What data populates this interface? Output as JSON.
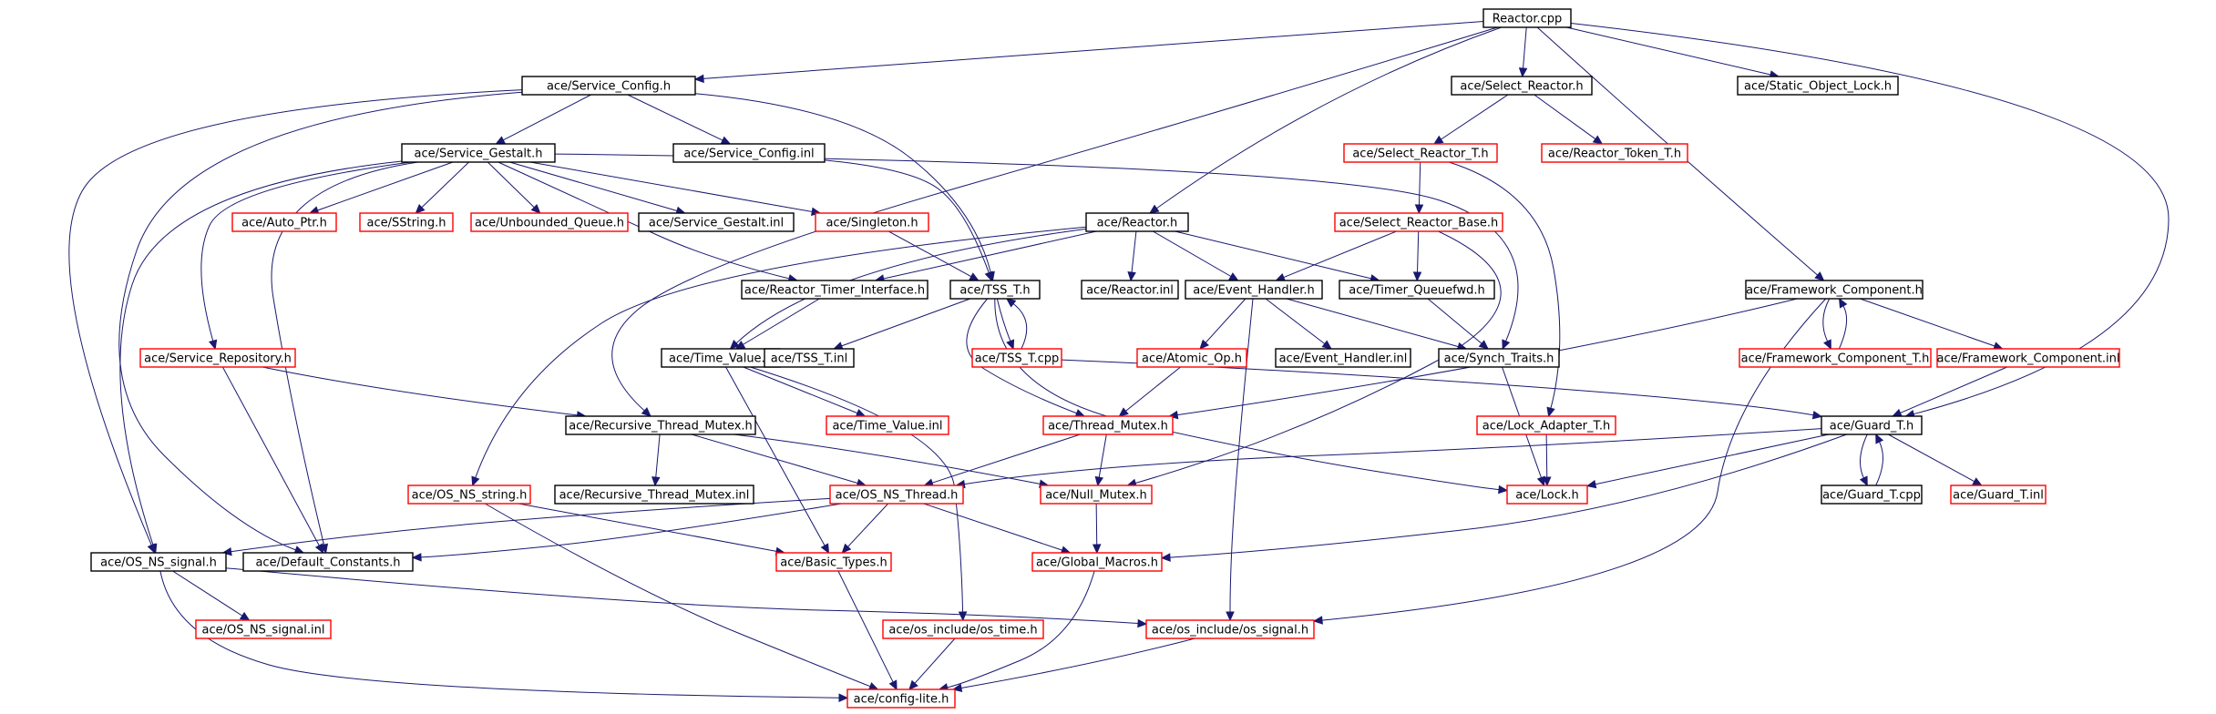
{
  "graph": {
    "title": "",
    "colors": {
      "edge": "#191970",
      "border_documented": "#000000",
      "border_undocumented": "#ff0000",
      "root_fill": "#bfbfbf"
    },
    "nodes": [
      {
        "id": "reactor_cpp",
        "label": "Reactor.cpp",
        "style": "root"
      },
      {
        "id": "service_config_h",
        "label": "ace/Service_Config.h",
        "style": "black"
      },
      {
        "id": "select_reactor_h",
        "label": "ace/Select_Reactor.h",
        "style": "black"
      },
      {
        "id": "static_object_lock_h",
        "label": "ace/Static_Object_Lock.h",
        "style": "black"
      },
      {
        "id": "service_gestalt_h",
        "label": "ace/Service_Gestalt.h",
        "style": "black"
      },
      {
        "id": "service_config_inl",
        "label": "ace/Service_Config.inl",
        "style": "black"
      },
      {
        "id": "select_reactor_t_h",
        "label": "ace/Select_Reactor_T.h",
        "style": "red"
      },
      {
        "id": "reactor_token_t_h",
        "label": "ace/Reactor_Token_T.h",
        "style": "red"
      },
      {
        "id": "auto_ptr_h",
        "label": "ace/Auto_Ptr.h",
        "style": "red"
      },
      {
        "id": "sstring_h",
        "label": "ace/SString.h",
        "style": "red"
      },
      {
        "id": "unbounded_queue_h",
        "label": "ace/Unbounded_Queue.h",
        "style": "red"
      },
      {
        "id": "service_gestalt_inl",
        "label": "ace/Service_Gestalt.inl",
        "style": "black"
      },
      {
        "id": "singleton_h",
        "label": "ace/Singleton.h",
        "style": "red"
      },
      {
        "id": "reactor_h",
        "label": "ace/Reactor.h",
        "style": "black"
      },
      {
        "id": "select_reactor_base_h",
        "label": "ace/Select_Reactor_Base.h",
        "style": "red"
      },
      {
        "id": "reactor_timer_interface_h",
        "label": "ace/Reactor_Timer_Interface.h",
        "style": "black"
      },
      {
        "id": "tss_t_h",
        "label": "ace/TSS_T.h",
        "style": "black"
      },
      {
        "id": "reactor_inl",
        "label": "ace/Reactor.inl",
        "style": "black"
      },
      {
        "id": "event_handler_h",
        "label": "ace/Event_Handler.h",
        "style": "black"
      },
      {
        "id": "timer_queuefwd_h",
        "label": "ace/Timer_Queuefwd.h",
        "style": "black"
      },
      {
        "id": "framework_component_h",
        "label": "ace/Framework_Component.h",
        "style": "black"
      },
      {
        "id": "service_repository_h",
        "label": "ace/Service_Repository.h",
        "style": "red"
      },
      {
        "id": "time_value_h",
        "label": "ace/Time_Value.h",
        "style": "black"
      },
      {
        "id": "tss_t_inl",
        "label": "ace/TSS_T.inl",
        "style": "black"
      },
      {
        "id": "tss_t_cpp",
        "label": "ace/TSS_T.cpp",
        "style": "red"
      },
      {
        "id": "atomic_op_h",
        "label": "ace/Atomic_Op.h",
        "style": "red"
      },
      {
        "id": "event_handler_inl",
        "label": "ace/Event_Handler.inl",
        "style": "black"
      },
      {
        "id": "synch_traits_h",
        "label": "ace/Synch_Traits.h",
        "style": "black"
      },
      {
        "id": "framework_component_t_h",
        "label": "ace/Framework_Component_T.h",
        "style": "red"
      },
      {
        "id": "framework_component_inl",
        "label": "ace/Framework_Component.inl",
        "style": "red"
      },
      {
        "id": "recursive_thread_mutex_h",
        "label": "ace/Recursive_Thread_Mutex.h",
        "style": "black"
      },
      {
        "id": "time_value_inl",
        "label": "ace/Time_Value.inl",
        "style": "red"
      },
      {
        "id": "thread_mutex_h",
        "label": "ace/Thread_Mutex.h",
        "style": "red"
      },
      {
        "id": "lock_adapter_t_h",
        "label": "ace/Lock_Adapter_T.h",
        "style": "red"
      },
      {
        "id": "guard_t_h",
        "label": "ace/Guard_T.h",
        "style": "black"
      },
      {
        "id": "os_ns_string_h",
        "label": "ace/OS_NS_string.h",
        "style": "red"
      },
      {
        "id": "recursive_thread_mutex_inl",
        "label": "ace/Recursive_Thread_Mutex.inl",
        "style": "black"
      },
      {
        "id": "os_ns_thread_h",
        "label": "ace/OS_NS_Thread.h",
        "style": "red"
      },
      {
        "id": "null_mutex_h",
        "label": "ace/Null_Mutex.h",
        "style": "red"
      },
      {
        "id": "lock_h",
        "label": "ace/Lock.h",
        "style": "red"
      },
      {
        "id": "guard_t_cpp",
        "label": "ace/Guard_T.cpp",
        "style": "black"
      },
      {
        "id": "guard_t_inl",
        "label": "ace/Guard_T.inl",
        "style": "red"
      },
      {
        "id": "os_ns_signal_h",
        "label": "ace/OS_NS_signal.h",
        "style": "black"
      },
      {
        "id": "default_constants_h",
        "label": "ace/Default_Constants.h",
        "style": "black"
      },
      {
        "id": "basic_types_h",
        "label": "ace/Basic_Types.h",
        "style": "red"
      },
      {
        "id": "global_macros_h",
        "label": "ace/Global_Macros.h",
        "style": "red"
      },
      {
        "id": "os_ns_signal_inl",
        "label": "ace/OS_NS_signal.inl",
        "style": "red"
      },
      {
        "id": "os_time_h",
        "label": "ace/os_include/os_time.h",
        "style": "red"
      },
      {
        "id": "os_signal_h",
        "label": "ace/os_include/os_signal.h",
        "style": "red"
      },
      {
        "id": "config_lite_h",
        "label": "ace/config-lite.h",
        "style": "red"
      }
    ],
    "edges": [
      [
        "reactor_cpp",
        "service_config_h"
      ],
      [
        "reactor_cpp",
        "select_reactor_h"
      ],
      [
        "reactor_cpp",
        "static_object_lock_h"
      ],
      [
        "reactor_cpp",
        "reactor_h"
      ],
      [
        "reactor_cpp",
        "framework_component_h"
      ],
      [
        "reactor_cpp",
        "recursive_thread_mutex_h"
      ],
      [
        "reactor_cpp",
        "guard_t_h"
      ],
      [
        "service_config_h",
        "service_gestalt_h"
      ],
      [
        "service_config_h",
        "service_config_inl"
      ],
      [
        "service_config_h",
        "tss_t_h"
      ],
      [
        "service_config_h",
        "os_ns_signal_h"
      ],
      [
        "service_config_h",
        "default_constants_h"
      ],
      [
        "select_reactor_h",
        "select_reactor_t_h"
      ],
      [
        "select_reactor_h",
        "reactor_token_t_h"
      ],
      [
        "service_gestalt_h",
        "auto_ptr_h"
      ],
      [
        "service_gestalt_h",
        "sstring_h"
      ],
      [
        "service_gestalt_h",
        "unbounded_queue_h"
      ],
      [
        "service_gestalt_h",
        "service_gestalt_inl"
      ],
      [
        "service_gestalt_h",
        "singleton_h"
      ],
      [
        "service_gestalt_h",
        "service_repository_h"
      ],
      [
        "service_gestalt_h",
        "reactor_timer_interface_h"
      ],
      [
        "service_gestalt_h",
        "synch_traits_h"
      ],
      [
        "service_gestalt_h",
        "os_ns_signal_h"
      ],
      [
        "service_gestalt_h",
        "default_constants_h"
      ],
      [
        "service_config_inl",
        "tss_t_h"
      ],
      [
        "select_reactor_t_h",
        "select_reactor_base_h"
      ],
      [
        "select_reactor_t_h",
        "lock_adapter_t_h"
      ],
      [
        "singleton_h",
        "tss_t_h"
      ],
      [
        "reactor_h",
        "reactor_timer_interface_h"
      ],
      [
        "reactor_h",
        "reactor_inl"
      ],
      [
        "reactor_h",
        "event_handler_h"
      ],
      [
        "reactor_h",
        "timer_queuefwd_h"
      ],
      [
        "reactor_h",
        "time_value_h"
      ],
      [
        "reactor_h",
        "os_ns_string_h"
      ],
      [
        "select_reactor_base_h",
        "event_handler_h"
      ],
      [
        "select_reactor_base_h",
        "timer_queuefwd_h"
      ],
      [
        "select_reactor_base_h",
        "null_mutex_h"
      ],
      [
        "reactor_timer_interface_h",
        "time_value_h"
      ],
      [
        "tss_t_h",
        "tss_t_inl"
      ],
      [
        "tss_t_h",
        "tss_t_cpp"
      ],
      [
        "tss_t_h",
        "thread_mutex_h"
      ],
      [
        "tss_t_h",
        "lock_h"
      ],
      [
        "tss_t_cpp",
        "tss_t_h"
      ],
      [
        "tss_t_cpp",
        "guard_t_h"
      ],
      [
        "event_handler_h",
        "atomic_op_h"
      ],
      [
        "event_handler_h",
        "event_handler_inl"
      ],
      [
        "event_handler_h",
        "synch_traits_h"
      ],
      [
        "event_handler_h",
        "os_signal_h"
      ],
      [
        "timer_queuefwd_h",
        "synch_traits_h"
      ],
      [
        "framework_component_h",
        "framework_component_t_h"
      ],
      [
        "framework_component_h",
        "framework_component_inl"
      ],
      [
        "framework_component_h",
        "thread_mutex_h"
      ],
      [
        "framework_component_h",
        "os_signal_h"
      ],
      [
        "framework_component_t_h",
        "framework_component_h"
      ],
      [
        "framework_component_inl",
        "guard_t_h"
      ],
      [
        "service_repository_h",
        "recursive_thread_mutex_h"
      ],
      [
        "service_repository_h",
        "default_constants_h"
      ],
      [
        "time_value_h",
        "time_value_inl"
      ],
      [
        "time_value_h",
        "basic_types_h"
      ],
      [
        "time_value_h",
        "os_time_h"
      ],
      [
        "atomic_op_h",
        "thread_mutex_h"
      ],
      [
        "synch_traits_h",
        "lock_h"
      ],
      [
        "recursive_thread_mutex_h",
        "recursive_thread_mutex_inl"
      ],
      [
        "recursive_thread_mutex_h",
        "os_ns_thread_h"
      ],
      [
        "recursive_thread_mutex_h",
        "null_mutex_h"
      ],
      [
        "thread_mutex_h",
        "os_ns_thread_h"
      ],
      [
        "thread_mutex_h",
        "null_mutex_h"
      ],
      [
        "lock_adapter_t_h",
        "lock_h"
      ],
      [
        "guard_t_h",
        "guard_t_cpp"
      ],
      [
        "guard_t_h",
        "guard_t_inl"
      ],
      [
        "guard_t_h",
        "lock_h"
      ],
      [
        "guard_t_h",
        "os_ns_thread_h"
      ],
      [
        "guard_t_h",
        "global_macros_h"
      ],
      [
        "guard_t_cpp",
        "guard_t_h"
      ],
      [
        "os_ns_string_h",
        "basic_types_h"
      ],
      [
        "os_ns_string_h",
        "config_lite_h"
      ],
      [
        "os_ns_thread_h",
        "os_ns_signal_h"
      ],
      [
        "os_ns_thread_h",
        "default_constants_h"
      ],
      [
        "os_ns_thread_h",
        "basic_types_h"
      ],
      [
        "os_ns_thread_h",
        "global_macros_h"
      ],
      [
        "null_mutex_h",
        "global_macros_h"
      ],
      [
        "os_ns_signal_h",
        "os_ns_signal_inl"
      ],
      [
        "os_ns_signal_h",
        "os_signal_h"
      ],
      [
        "os_ns_signal_h",
        "config_lite_h"
      ],
      [
        "basic_types_h",
        "config_lite_h"
      ],
      [
        "global_macros_h",
        "config_lite_h"
      ],
      [
        "os_time_h",
        "config_lite_h"
      ],
      [
        "os_signal_h",
        "config_lite_h"
      ]
    ]
  }
}
